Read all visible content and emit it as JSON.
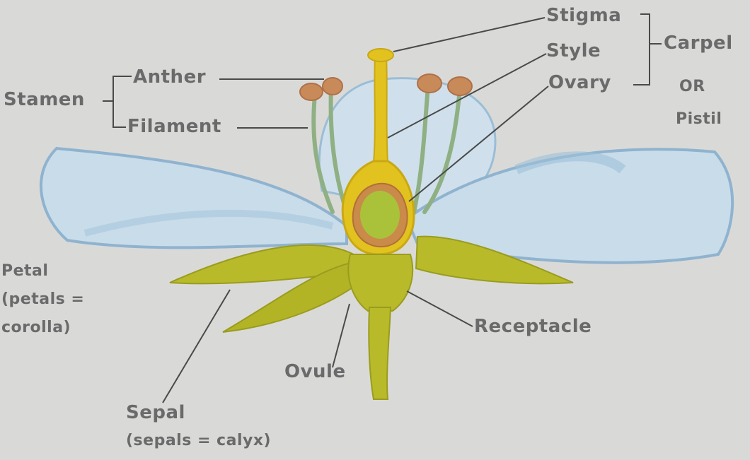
{
  "labels": {
    "stigma": "Stigma",
    "style": "Style",
    "ovary": "Ovary",
    "carpel": "Carpel",
    "or": "OR",
    "pistil": "Pistil",
    "stamen": "Stamen",
    "anther": "Anther",
    "filament": "Filament",
    "petal": "Petal",
    "petal_note_1": "(petals =",
    "petal_note_2": "corolla)",
    "receptacle": "Receptacle",
    "ovule": "Ovule",
    "sepal": "Sepal",
    "sepal_note": "(sepals = calyx)"
  },
  "colors": {
    "background": "#d9dad8",
    "petal": "#c9dcea",
    "petal_edge": "#8fb3cf",
    "sepal": "#b8ba2a",
    "pistil": "#e2c21e",
    "ovule": "#a9c23a",
    "ovary_wall": "#c98a4a",
    "anther": "#c98a5a",
    "filament": "#8fb083",
    "label": "#6a6a6a",
    "leader_line": "#4a4a4a"
  }
}
